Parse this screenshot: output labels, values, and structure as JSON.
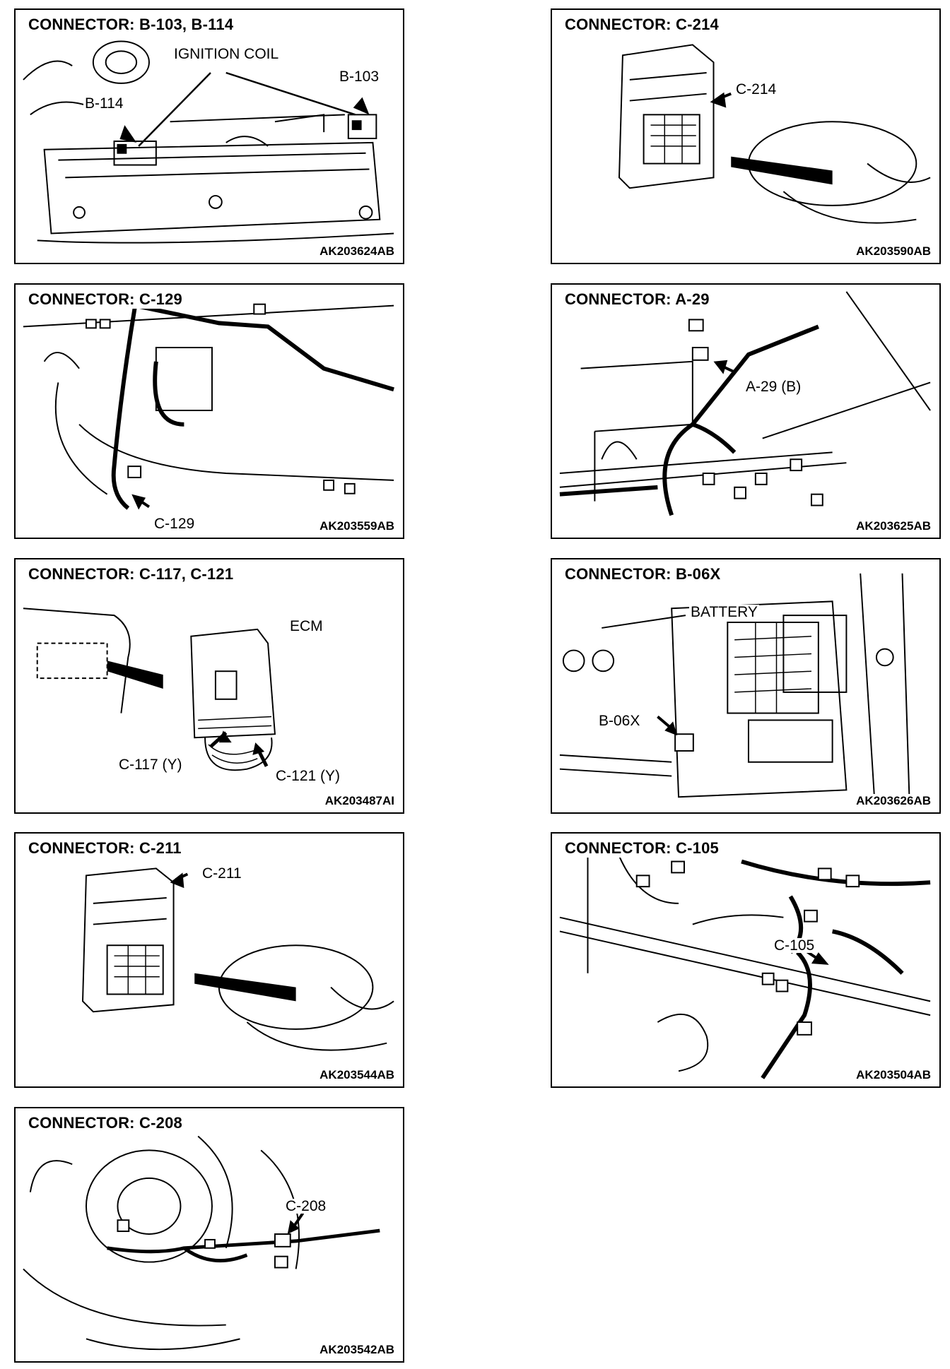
{
  "panels": {
    "p1": {
      "title": "CONNECTOR: B-103, B-114",
      "labels": {
        "coil": "IGNITION COIL",
        "b103": "B-103",
        "b114": "B-114"
      },
      "code": "AK203624AB"
    },
    "p2": {
      "title": "CONNECTOR: C-214",
      "labels": {
        "c214": "C-214"
      },
      "code": "AK203590AB"
    },
    "p3": {
      "title": "CONNECTOR: C-129",
      "labels": {
        "c129": "C-129"
      },
      "code": "AK203559AB"
    },
    "p4": {
      "title": "CONNECTOR: A-29",
      "labels": {
        "a29": "A-29 (B)"
      },
      "code": "AK203625AB"
    },
    "p5": {
      "title": "CONNECTOR: C-117, C-121",
      "labels": {
        "ecm": "ECM",
        "c117": "C-117 (Y)",
        "c121": "C-121 (Y)"
      },
      "code": "AK203487AI"
    },
    "p6": {
      "title": "CONNECTOR: B-06X",
      "labels": {
        "battery": "BATTERY",
        "b06x": "B-06X"
      },
      "code": "AK203626AB"
    },
    "p7": {
      "title": "CONNECTOR: C-211",
      "labels": {
        "c211": "C-211"
      },
      "code": "AK203544AB"
    },
    "p8": {
      "title": "CONNECTOR: C-105",
      "labels": {
        "c105": "C-105"
      },
      "code": "AK203504AB"
    },
    "p9": {
      "title": "CONNECTOR: C-208",
      "labels": {
        "c208": "C-208"
      },
      "code": "AK203542AB"
    }
  }
}
